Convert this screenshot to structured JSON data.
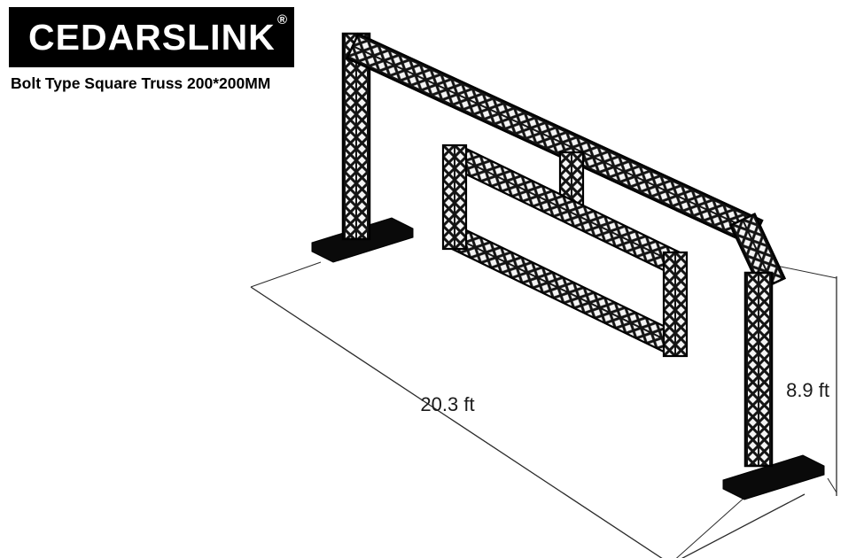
{
  "brand": {
    "name": "CEDARSLINK",
    "registered": "®",
    "subtitle": "Bolt Type Square Truss 200*200MM"
  },
  "diagram": {
    "description": "Isometric line drawing of a bolt-type square truss goalpost structure with two upright columns on base plates, a top cross beam with corner elbow, and an inner rectangular truss ring hung from the beam",
    "dimensions": {
      "width_label": "20.3 ft",
      "height_label": "8.9 ft"
    },
    "colors": {
      "truss": "#111111",
      "background": "#ffffff",
      "logo_bg": "#000000",
      "logo_text": "#ffffff",
      "dimension_line": "#2b2b2b"
    }
  }
}
